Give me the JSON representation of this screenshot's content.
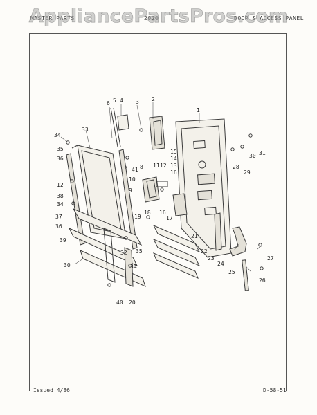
{
  "watermark": "AppliancePartsPros.com",
  "header": {
    "left": "MASTER PARTS",
    "middle": "2020",
    "right": "DOOR & ACCESS PANEL"
  },
  "footer": {
    "issued": "Issued 4/86",
    "code": "D-58-51"
  },
  "callouts": [
    {
      "id": "c1",
      "label": "1"
    },
    {
      "id": "c2",
      "label": "2"
    },
    {
      "id": "c3",
      "label": "3"
    },
    {
      "id": "c4",
      "label": "4"
    },
    {
      "id": "c5",
      "label": "5"
    },
    {
      "id": "c6",
      "label": "6"
    },
    {
      "id": "c7",
      "label": "7"
    },
    {
      "id": "c8",
      "label": "8"
    },
    {
      "id": "c9",
      "label": "9"
    },
    {
      "id": "c10",
      "label": "10"
    },
    {
      "id": "c11",
      "label": "11"
    },
    {
      "id": "c12a",
      "label": "12"
    },
    {
      "id": "c12b",
      "label": "12"
    },
    {
      "id": "c13",
      "label": "13"
    },
    {
      "id": "c14",
      "label": "14"
    },
    {
      "id": "c15",
      "label": "15"
    },
    {
      "id": "c16a",
      "label": "16"
    },
    {
      "id": "c16b",
      "label": "16"
    },
    {
      "id": "c17",
      "label": "17"
    },
    {
      "id": "c18",
      "label": "18"
    },
    {
      "id": "c19",
      "label": "19"
    },
    {
      "id": "c20",
      "label": "20"
    },
    {
      "id": "c21",
      "label": "21"
    },
    {
      "id": "c22",
      "label": "22"
    },
    {
      "id": "c23",
      "label": "23"
    },
    {
      "id": "c24",
      "label": "24"
    },
    {
      "id": "c25",
      "label": "25"
    },
    {
      "id": "c26",
      "label": "26"
    },
    {
      "id": "c27",
      "label": "27"
    },
    {
      "id": "c28",
      "label": "28"
    },
    {
      "id": "c29",
      "label": "29"
    },
    {
      "id": "c30a",
      "label": "30"
    },
    {
      "id": "c30b",
      "label": "30"
    },
    {
      "id": "c31",
      "label": "31"
    },
    {
      "id": "c32",
      "label": "32"
    },
    {
      "id": "c33",
      "label": "33"
    },
    {
      "id": "c34a",
      "label": "34"
    },
    {
      "id": "c34b",
      "label": "34"
    },
    {
      "id": "c34c",
      "label": "34"
    },
    {
      "id": "c35a",
      "label": "35"
    },
    {
      "id": "c35b",
      "label": "35"
    },
    {
      "id": "c36a",
      "label": "36"
    },
    {
      "id": "c36b",
      "label": "36"
    },
    {
      "id": "c37",
      "label": "37"
    },
    {
      "id": "c38",
      "label": "38"
    },
    {
      "id": "c39",
      "label": "39"
    },
    {
      "id": "c40",
      "label": "40"
    },
    {
      "id": "c41",
      "label": "41"
    }
  ]
}
